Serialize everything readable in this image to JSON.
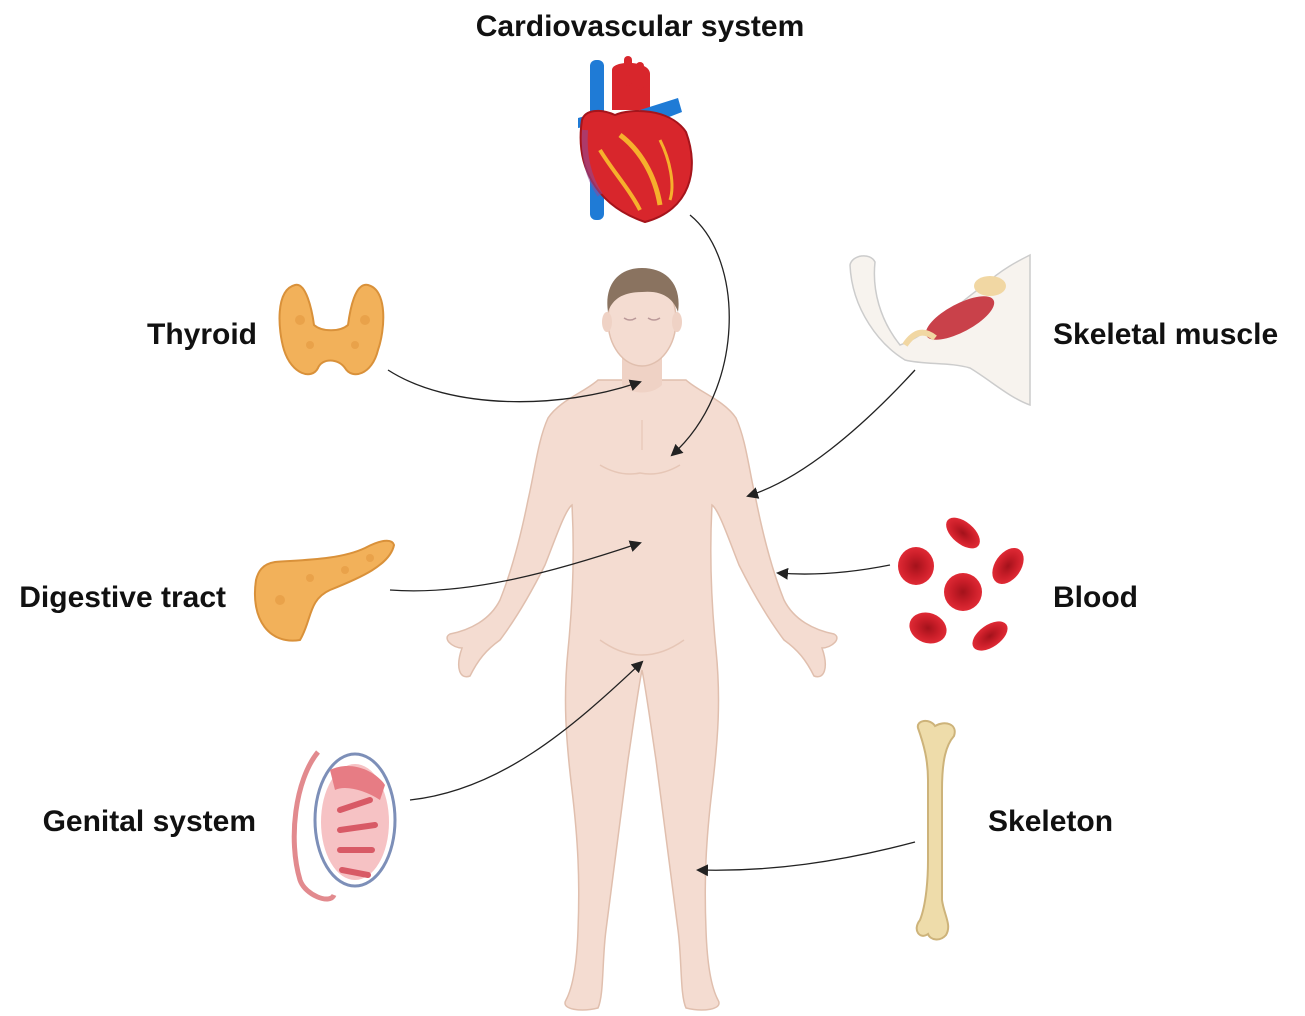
{
  "labels": {
    "cardiovascular": "Cardiovascular system",
    "thyroid": "Thyroid",
    "skeletal_muscle": "Skeletal muscle",
    "digestive": "Digestive tract",
    "blood": "Blood",
    "genital": "Genital system",
    "skeleton": "Skeleton"
  },
  "icons": {
    "heart": "heart-icon",
    "thyroid": "thyroid-icon",
    "arm": "arm-muscle-icon",
    "pancreas": "pancreas-icon",
    "blood": "red-blood-cells-icon",
    "testis": "testis-icon",
    "bone": "bone-icon",
    "body": "human-body"
  },
  "colors": {
    "skin": "#f4dcd1",
    "skin_shade": "#e8c4b3",
    "hair": "#8a7360",
    "heart_red": "#d8262c",
    "vein_blue": "#1f7bd6",
    "gland_orange": "#f2b15a",
    "blood_red": "#d3202b",
    "bone": "#eedcaa",
    "arrow": "#222222"
  }
}
